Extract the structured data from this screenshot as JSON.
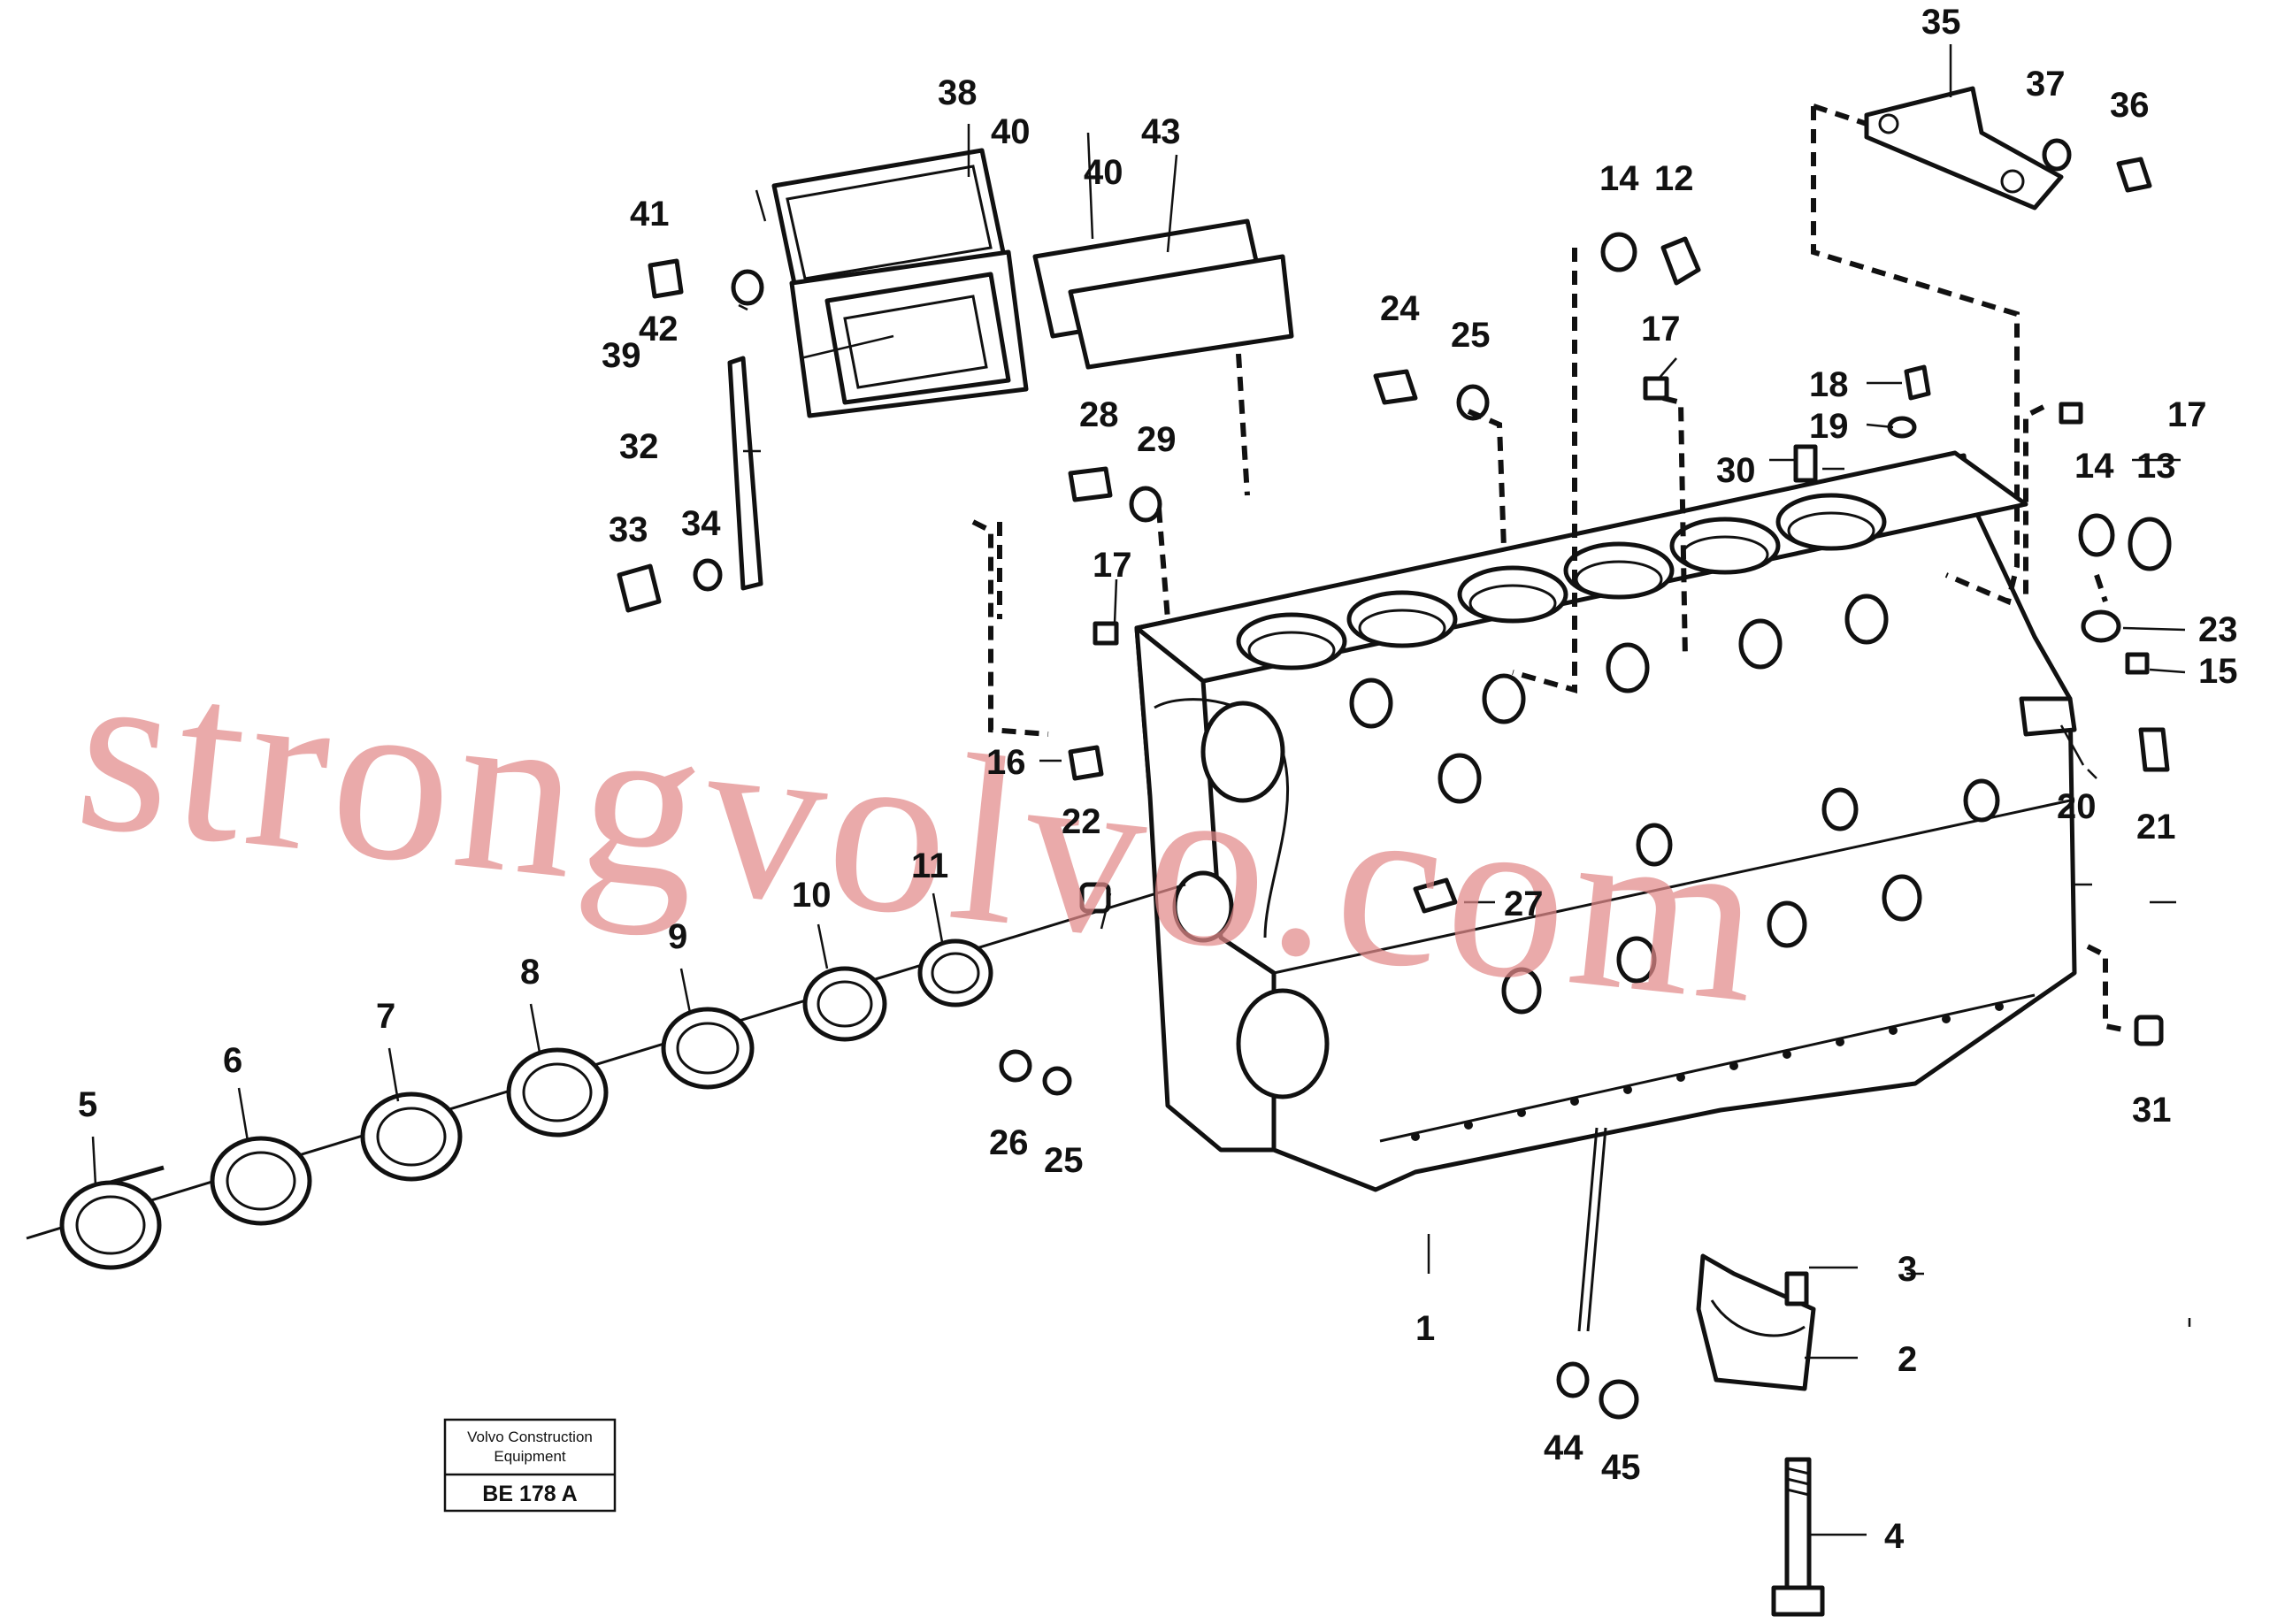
{
  "stamp": {
    "line1": "Volvo Construction",
    "line2": "Equipment",
    "code": "BE 178 A"
  },
  "watermark": "strongvolvo.com",
  "callouts": [
    {
      "id": "c1",
      "label": "1"
    },
    {
      "id": "c2",
      "label": "2"
    },
    {
      "id": "c3",
      "label": "3"
    },
    {
      "id": "c4",
      "label": "4"
    },
    {
      "id": "c5",
      "label": "5"
    },
    {
      "id": "c6",
      "label": "6"
    },
    {
      "id": "c7",
      "label": "7"
    },
    {
      "id": "c8",
      "label": "8"
    },
    {
      "id": "c9",
      "label": "9"
    },
    {
      "id": "c10",
      "label": "10"
    },
    {
      "id": "c11",
      "label": "11"
    },
    {
      "id": "c12",
      "label": "12"
    },
    {
      "id": "c13",
      "label": "13"
    },
    {
      "id": "c14a",
      "label": "14"
    },
    {
      "id": "c14b",
      "label": "14"
    },
    {
      "id": "c15",
      "label": "15"
    },
    {
      "id": "c16",
      "label": "16"
    },
    {
      "id": "c17a",
      "label": "17"
    },
    {
      "id": "c17b",
      "label": "17"
    },
    {
      "id": "c17c",
      "label": "17"
    },
    {
      "id": "c18",
      "label": "18"
    },
    {
      "id": "c19",
      "label": "19"
    },
    {
      "id": "c20",
      "label": "20"
    },
    {
      "id": "c21",
      "label": "21"
    },
    {
      "id": "c22",
      "label": "22"
    },
    {
      "id": "c23",
      "label": "23"
    },
    {
      "id": "c24",
      "label": "24"
    },
    {
      "id": "c25a",
      "label": "25"
    },
    {
      "id": "c25b",
      "label": "25"
    },
    {
      "id": "c26",
      "label": "26"
    },
    {
      "id": "c27",
      "label": "27"
    },
    {
      "id": "c28",
      "label": "28"
    },
    {
      "id": "c29",
      "label": "29"
    },
    {
      "id": "c30",
      "label": "30"
    },
    {
      "id": "c31",
      "label": "31"
    },
    {
      "id": "c32",
      "label": "32"
    },
    {
      "id": "c33",
      "label": "33"
    },
    {
      "id": "c34",
      "label": "34"
    },
    {
      "id": "c35",
      "label": "35"
    },
    {
      "id": "c36",
      "label": "36"
    },
    {
      "id": "c37",
      "label": "37"
    },
    {
      "id": "c38",
      "label": "38"
    },
    {
      "id": "c39",
      "label": "39"
    },
    {
      "id": "c40a",
      "label": "40"
    },
    {
      "id": "c40b",
      "label": "40"
    },
    {
      "id": "c41",
      "label": "41"
    },
    {
      "id": "c42",
      "label": "42"
    },
    {
      "id": "c43",
      "label": "43"
    },
    {
      "id": "c44",
      "label": "44"
    },
    {
      "id": "c45",
      "label": "45"
    }
  ]
}
